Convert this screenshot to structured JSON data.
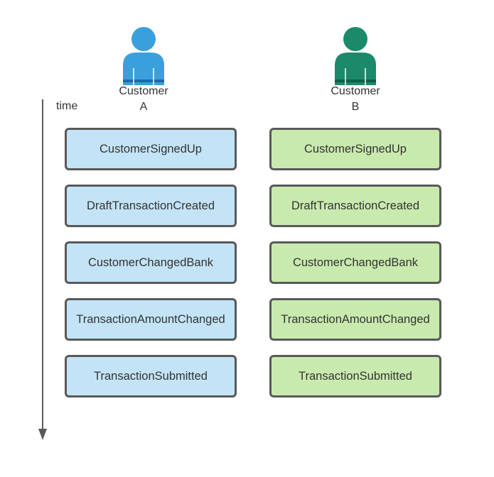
{
  "timeline": {
    "label": "time"
  },
  "actors": [
    {
      "name_line1": "Customer",
      "name_line2": "A",
      "color": "#3aa0dc",
      "shade": "#1f6aa5"
    },
    {
      "name_line1": "Customer",
      "name_line2": "B",
      "color": "#1b8a6b",
      "shade": "#0f5e48"
    }
  ],
  "columns": [
    {
      "fill": "#c3e4f6",
      "events": [
        "CustomerSignedUp",
        "DraftTransactionCreated",
        "CustomerChangedBank",
        "TransactionAmountChanged",
        "TransactionSubmitted"
      ]
    },
    {
      "fill": "#c9eaae",
      "events": [
        "CustomerSignedUp",
        "DraftTransactionCreated",
        "CustomerChangedBank",
        "TransactionAmountChanged",
        "TransactionSubmitted"
      ]
    }
  ]
}
